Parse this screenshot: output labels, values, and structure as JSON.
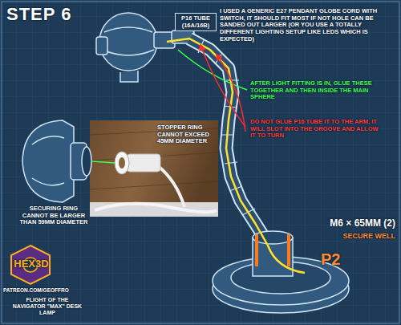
{
  "diagram": {
    "title": "STEP 6",
    "labels": [
      "P16 TUBE (16A/16B)",
      "I USED A GENERIC E27 PENDANT GLOBE CORD WITH SWITCH, IT SHOULD FIT MOST IF NOT HOLE CAN BE SANDED OUT LARGER (OR YOU USE A TOTALLY DIFFERENT LIGHTING SETUP LIKE LEDS WHICH IS EXPECTED)",
      "AFTER LIGHT FITTING IS IN, GLUE THESE TOGETHER AND THEN INSIDE THE MAIN SPHERE",
      "DO NOT GLUE P16 TUBE IT TO THE ARM, IT WILL SLOT INTO THE GROOVE AND ALLOW IT TO TURN",
      "STOPPER RING CANNOT EXCEED 45MM DIAMETER",
      "SECURING RING CANNOT BE LARGER THAN 59MM DIAMETER",
      "M6 × 65MM (2)",
      "SECURE WELL",
      "P2",
      "HEX3D",
      "PATREON.COM/GEOFFRO",
      "FLIGHT OF THE NAVIGATOR \"MAX\" DESK LAMP"
    ]
  }
}
